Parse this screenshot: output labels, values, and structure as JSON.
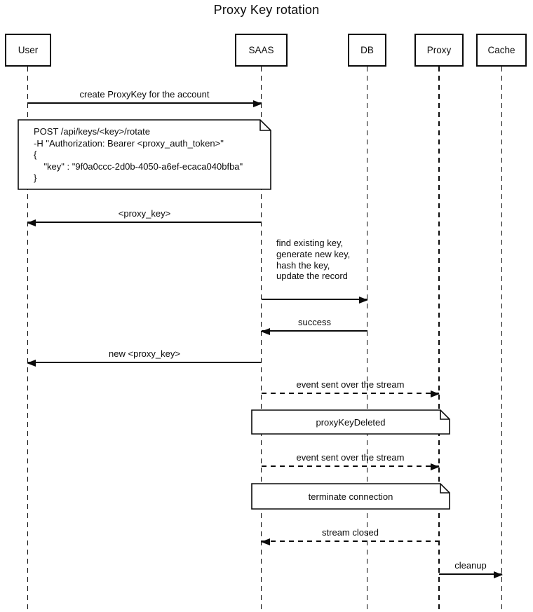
{
  "title": "Proxy Key rotation",
  "actors": [
    {
      "id": "user",
      "label": "User"
    },
    {
      "id": "saas",
      "label": "SAAS"
    },
    {
      "id": "db",
      "label": "DB"
    },
    {
      "id": "proxy",
      "label": "Proxy"
    },
    {
      "id": "cache",
      "label": "Cache"
    }
  ],
  "messages": [
    {
      "from": "User",
      "to": "SAAS",
      "line": "solid",
      "label": "create ProxyKey for the account"
    },
    {
      "from": "SAAS",
      "to": "User",
      "line": "solid",
      "label": "<proxy_key>"
    },
    {
      "from": "SAAS",
      "to": "DB",
      "line": "solid",
      "label": ""
    },
    {
      "from": "DB",
      "to": "SAAS",
      "line": "solid",
      "label": "success"
    },
    {
      "from": "SAAS",
      "to": "User",
      "line": "solid",
      "label": "new <proxy_key>"
    },
    {
      "from": "SAAS",
      "to": "Proxy",
      "line": "dashed",
      "label": "event sent over the stream"
    },
    {
      "from": "SAAS",
      "to": "Proxy",
      "line": "dashed",
      "label": "event sent over the stream"
    },
    {
      "from": "Proxy",
      "to": "SAAS",
      "line": "dashed",
      "label": "stream closed"
    },
    {
      "from": "Proxy",
      "to": "Cache",
      "line": "solid",
      "label": "cleanup"
    }
  ],
  "request_note": {
    "lines": [
      "POST /api/keys/<key>/rotate",
      "-H \"Authorization: Bearer <proxy_auth_token>\"",
      "{",
      "    \"key\" : \"9f0a0ccc-2d0b-4050-a6ef-ecaca040bfba\"",
      "}"
    ]
  },
  "saas_processing_note": {
    "lines": [
      "find existing key,",
      "generate new key,",
      "hash the key,",
      "update the record"
    ]
  },
  "event_notes": [
    {
      "label": "proxyKeyDeleted"
    },
    {
      "label": "terminate connection"
    }
  ],
  "colors": {
    "line": "#0b0b0b",
    "background": "#ffffff",
    "note_fill": "#ffffff"
  }
}
